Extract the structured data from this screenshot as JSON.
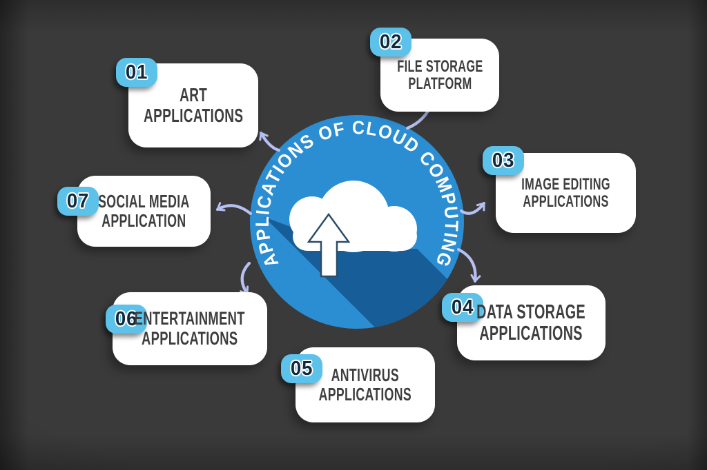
{
  "title": "Applications of Cloud Computing infographic",
  "center": {
    "label": "APPLICATIONS OF CLOUD COMPUTING",
    "icon": "cloud-upload-icon"
  },
  "colors": {
    "bg": "#3b3a3a",
    "circle": "#2b8dd2",
    "shadowBlue": "#175e98",
    "cloud": "#ffffff",
    "uploadStroke": "#2b4d68",
    "connector": "#b6c1f2",
    "badge": "#5cc2ea",
    "badgeDigit": "#11293a",
    "cardBg": "#ffffff",
    "cardText": "#3e3e3e"
  },
  "items": [
    {
      "number": "01",
      "line1": "ART",
      "line2": "APPLICATIONS"
    },
    {
      "number": "02",
      "line1": "FILE STORAGE",
      "line2": "PLATFORM"
    },
    {
      "number": "03",
      "line1": "IMAGE EDITING",
      "line2": "APPLICATIONS"
    },
    {
      "number": "04",
      "line1": "DATA STORAGE",
      "line2": "APPLICATIONS"
    },
    {
      "number": "05",
      "line1": "ANTIVIRUS",
      "line2": "APPLICATIONS"
    },
    {
      "number": "06",
      "line1": "ENTERTAINMENT",
      "line2": "APPLICATIONS"
    },
    {
      "number": "07",
      "line1": "SOCIAL MEDIA",
      "line2": "APPLICATION"
    }
  ]
}
